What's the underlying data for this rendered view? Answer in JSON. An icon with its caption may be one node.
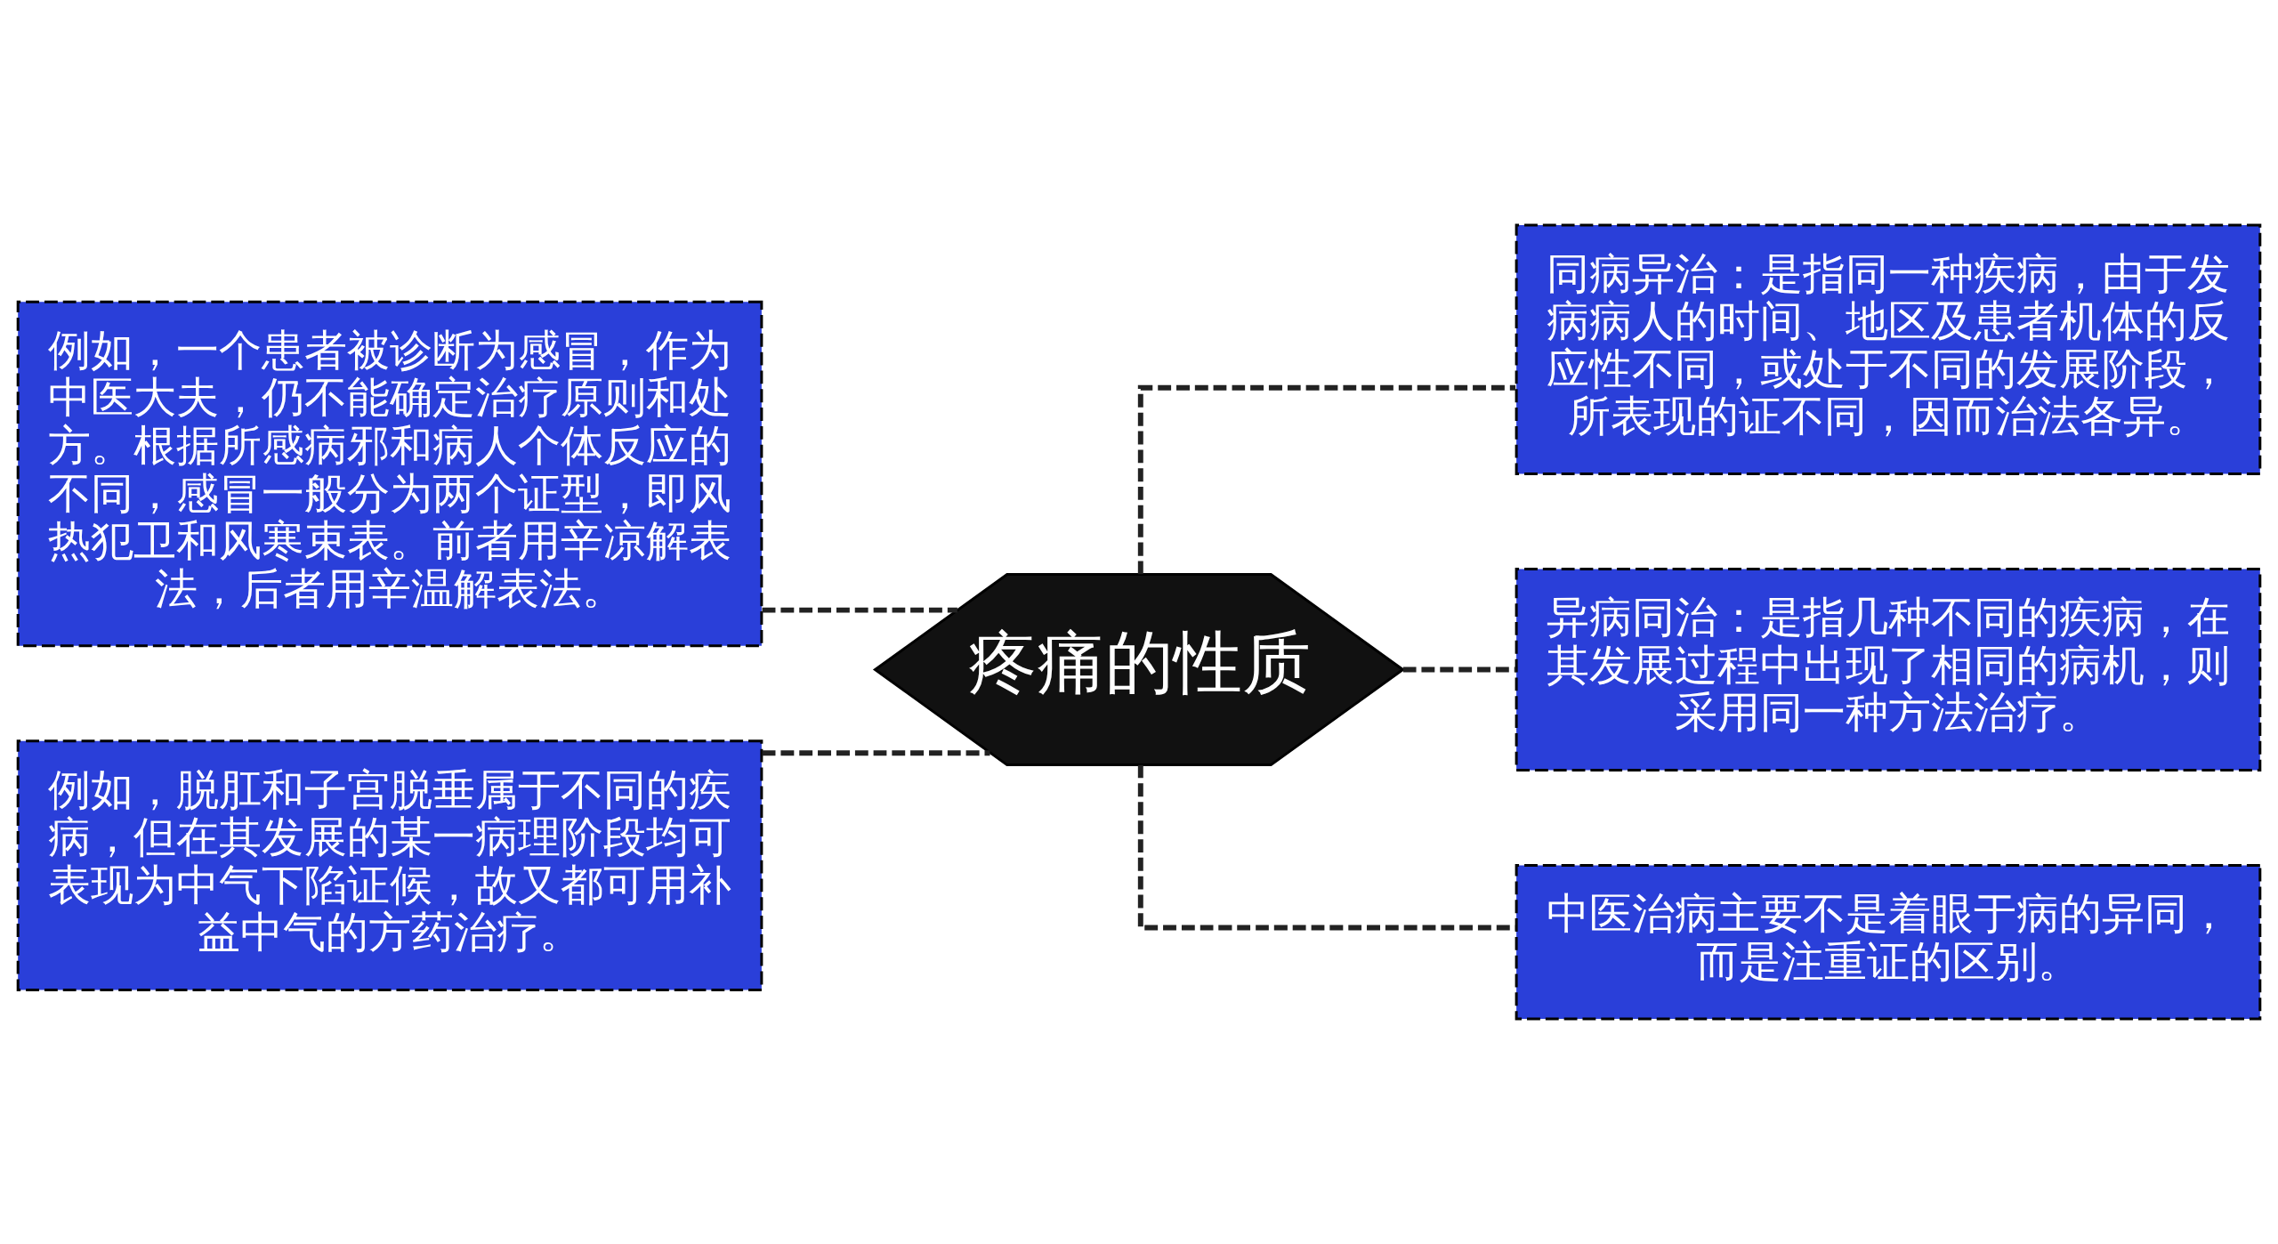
{
  "diagram": {
    "nodes": [
      {
        "text": [
          "疼痛的性质"
        ]
      },
      {
        "text": [
          "例如，一个患者被诊断为感冒，作为中医大夫，仍不能确定治疗原则和处方。根据所感病邪和病人个体反应的不同，感冒一般分为两个证型，即风热犯卫和风寒束表。前者用辛凉解表法，后者用辛温解表法。"
        ]
      },
      {
        "text": [
          "例如，脱肛和子宫脱垂属于不同的疾病，但在其发展的某一病理阶段均可表现为中气下陷证候，故又都可用补益中气的方药治疗。"
        ]
      },
      {
        "text": [
          "同病异治：是指同一种疾病，由于发病病人的时间、地区及患者机体的反应性不同，或处于不同的发展阶段，所表现的证不同，因而治法各异。"
        ]
      },
      {
        "text": [
          "异病同治：是指几种不同的疾病，在其发展过程中出现了相同的病机，则采用同一种方法治疗。"
        ]
      },
      {
        "text": [
          "中医治病主要不是着眼于病的异同，而是注重证的区别。"
        ]
      }
    ],
    "edges": [
      {
        "from": 0,
        "to": 1,
        "arrow": "none",
        "style": "dashed"
      },
      {
        "from": 0,
        "to": 2,
        "arrow": "none",
        "style": "dashed"
      },
      {
        "from": 0,
        "to": 3,
        "arrow": "none",
        "style": "dashed"
      },
      {
        "from": 0,
        "to": 4,
        "arrow": "none",
        "style": "dashed"
      },
      {
        "from": 0,
        "to": 5,
        "arrow": "none",
        "style": "dashed"
      }
    ]
  }
}
